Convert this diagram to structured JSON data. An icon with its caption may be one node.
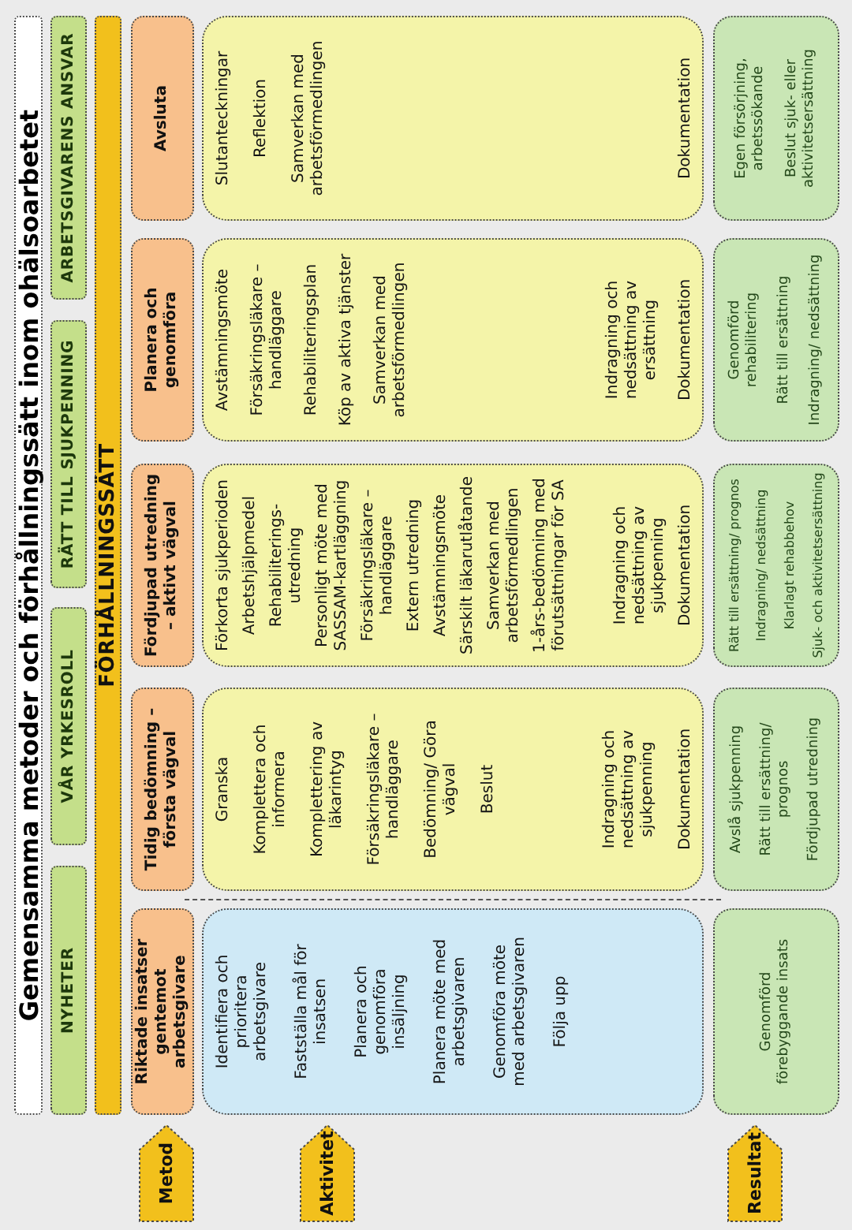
{
  "diagram": {
    "title": "Gemensamma metoder och förhållningssätt inom ohälsoarbetet",
    "nodes": [
      {
        "text": [
          "NYHETER"
        ]
      },
      {
        "text": [
          "VÅR YRKESROLL"
        ]
      },
      {
        "text": [
          "RÄTT TILL SJUKPENNING"
        ]
      },
      {
        "text": [
          "ARBETSGIVARENS ANSVAR"
        ]
      },
      {
        "text": [
          "FÖRHÅLLNINGSSÄTT"
        ]
      },
      {
        "text": [
          "Metod"
        ]
      },
      {
        "text": [
          "Riktade insatser gentemot arbetsgivare"
        ]
      },
      {
        "text": [
          "Tidig bedömning – första vägval"
        ]
      },
      {
        "text": [
          "Fördjupad utredning – aktivt vägval"
        ]
      },
      {
        "text": [
          "Planera och genomföra"
        ]
      },
      {
        "text": [
          "Avsluta"
        ]
      },
      {
        "text": [
          "Aktivitet"
        ]
      },
      {
        "text": [
          "Identifiera och prioritera arbetsgivare",
          "Fastställa mål för insatsen",
          "Planera och genomföra insäljning",
          "Planera möte med arbetsgivaren",
          "Genomföra möte med arbetsgivaren",
          "Följa upp"
        ]
      },
      {
        "text": [
          "Granska",
          "Komplettera och informera",
          "Komplettering av läkarintyg",
          "Försäkringsläkare – handläggare",
          "Bedömning/ Göra vägval",
          "Beslut",
          "Indragning och nedsättning av sjukpenning",
          "Dokumentation"
        ]
      },
      {
        "text": [
          "Förkorta sjukperioden",
          "Arbetshjälpmedel",
          "Rehabiliterings- utredning",
          "Personligt möte med SASSAM-kartläggning",
          "Försäkringsläkare – handläggare",
          "Extern utredning",
          "Avstämningsmöte",
          "Särskilt läkarutlåtande",
          "Samverkan med arbetsförmedlingen",
          "1-års-bedömning med förutsättningar för SA",
          "Indragning och nedsättning av sjukpenning",
          "Dokumentation"
        ]
      },
      {
        "text": [
          "Avstämningsmöte",
          "Försäkringsläkare – handläggare",
          "Rehabiliteringsplan",
          "Köp av aktiva tjänster",
          "Samverkan med arbetsförmedlingen",
          "Indragning och nedsättning av ersättning",
          "Dokumentation"
        ]
      },
      {
        "text": [
          "Slutanteckningar",
          "Reflektion",
          "Samverkan med arbetsförmedlingen",
          "Dokumentation"
        ]
      },
      {
        "text": [
          "Resultat"
        ]
      },
      {
        "text": [
          "Genomförd förebyggande insats"
        ]
      },
      {
        "text": [
          "Avslå sjukpenning",
          "Rätt till ersättning/ prognos",
          "Fördjupad utredning"
        ]
      },
      {
        "text": [
          "Rätt till ersättning/ prognos",
          "Indragning/ nedsättning",
          "Klarlagt rehabbehov",
          "Sjuk- och aktivitetsersättning"
        ]
      },
      {
        "text": [
          "Genomförd rehabilitering",
          "Rätt till ersättning",
          "Indragning/ nedsättning"
        ]
      },
      {
        "text": [
          "Egen försörjning, arbetssökande",
          "Beslut sjuk- eller aktivitetsersättning"
        ]
      }
    ]
  }
}
